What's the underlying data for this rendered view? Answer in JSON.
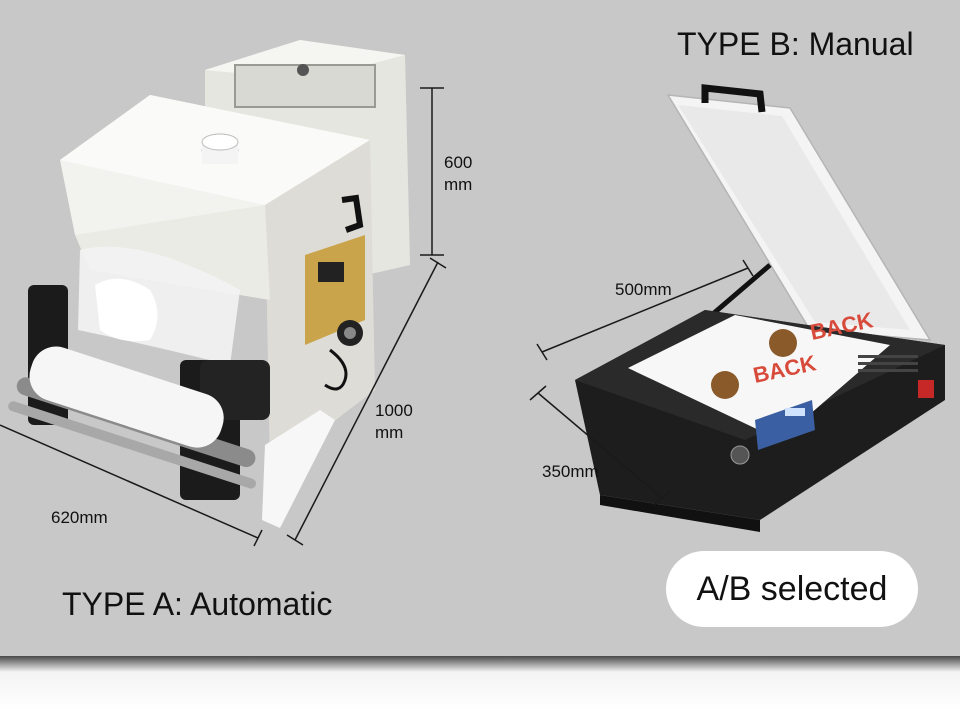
{
  "labels": {
    "type_a": "TYPE A: Automatic",
    "type_b": "TYPE B: Manual",
    "selected": "A/B selected"
  },
  "dimensions_a": {
    "height_value": "600",
    "height_unit": "mm",
    "depth_value": "1000",
    "depth_unit": "mm",
    "width": "620mm"
  },
  "dimensions_b": {
    "length": "500mm",
    "width": "350mm"
  },
  "print_text": "BACK",
  "colors": {
    "background": "#c8c8c8",
    "machine_body": "#efefea",
    "press_body": "#1d1d1d",
    "pill": "#ffffff"
  }
}
